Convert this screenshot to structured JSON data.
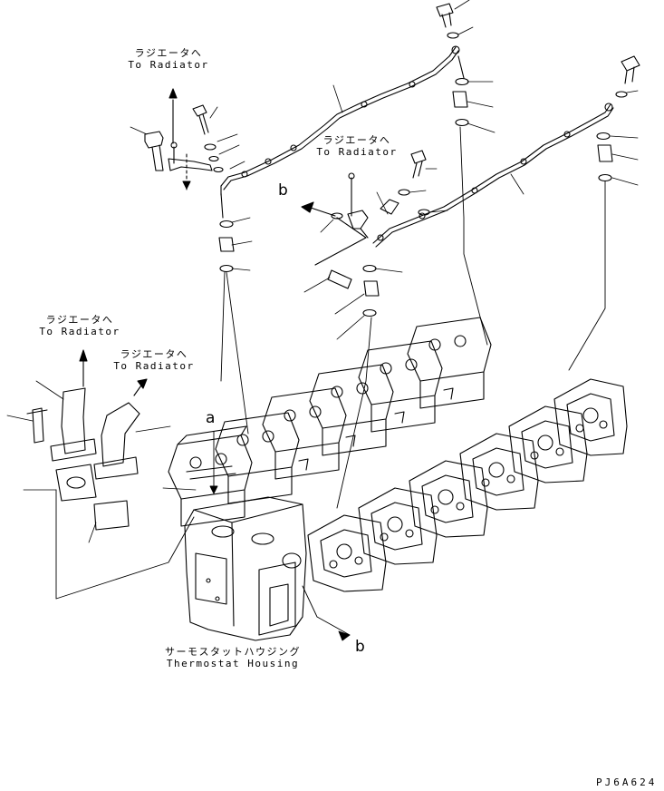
{
  "labels": {
    "radiator_1": {
      "ja": "ラジエータへ",
      "en": "To Radiator"
    },
    "radiator_2": {
      "ja": "ラジエータへ",
      "en": "To Radiator"
    },
    "radiator_3": {
      "ja": "ラジエータへ",
      "en": "To Radiator"
    },
    "radiator_4": {
      "ja": "ラジエータへ",
      "en": "To Radiator"
    },
    "thermostat": {
      "ja": "サーモスタットハウジング",
      "en": "Thermostat Housing"
    },
    "callout_a": "a",
    "callout_b_top": "b",
    "callout_b_bottom": "b",
    "drawing_code": "PJ6A624"
  }
}
